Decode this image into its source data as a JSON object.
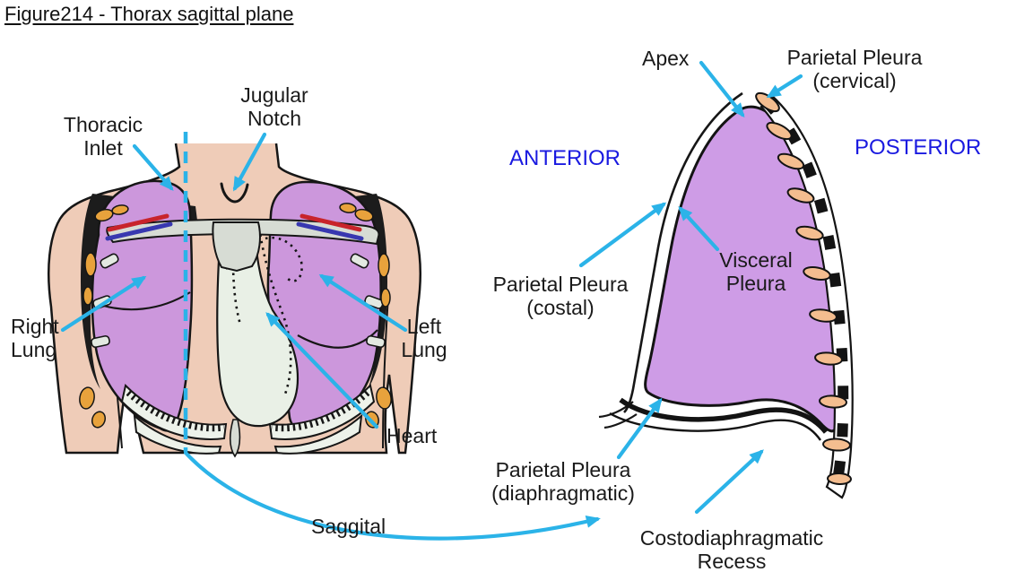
{
  "title": "Figure214 - Thorax sagittal plane",
  "colors": {
    "arrow": "#2BB3E8",
    "direction_text": "#1A1AE0",
    "skin": "#EFCCB8",
    "lung_front": "#CC97DC",
    "lung_sagittal": "#CE9CE6",
    "mediastinum": "#E9F0E6",
    "bone": "#D7DCD4",
    "rib_white": "#EDF2EA",
    "rib_section": "#F4BD8F",
    "muscle": "#E8A23C",
    "vessel_red": "#C8242B",
    "vessel_blue": "#3838B0"
  },
  "front_view": {
    "labels": {
      "thoracic_inlet": "Thoracic\nInlet",
      "jugular_notch": "Jugular\nNotch",
      "right_lung": "Right\nLung",
      "left_lung": "Left\nLung",
      "heart": "Heart",
      "sagittal_plane": "Saggital"
    }
  },
  "sagittal_view": {
    "labels": {
      "apex": "Apex",
      "parietal_pleura_cervical": "Parietal Pleura\n(cervical)",
      "anterior": "ANTERIOR",
      "posterior": "POSTERIOR",
      "visceral_pleura": "Visceral\nPleura",
      "parietal_pleura_costal": "Parietal Pleura\n(costal)",
      "parietal_pleura_diaphragmatic": "Parietal Pleura\n(diaphragmatic)",
      "costodiaphragmatic_recess": "Costodiaphragmatic\nRecess"
    }
  }
}
